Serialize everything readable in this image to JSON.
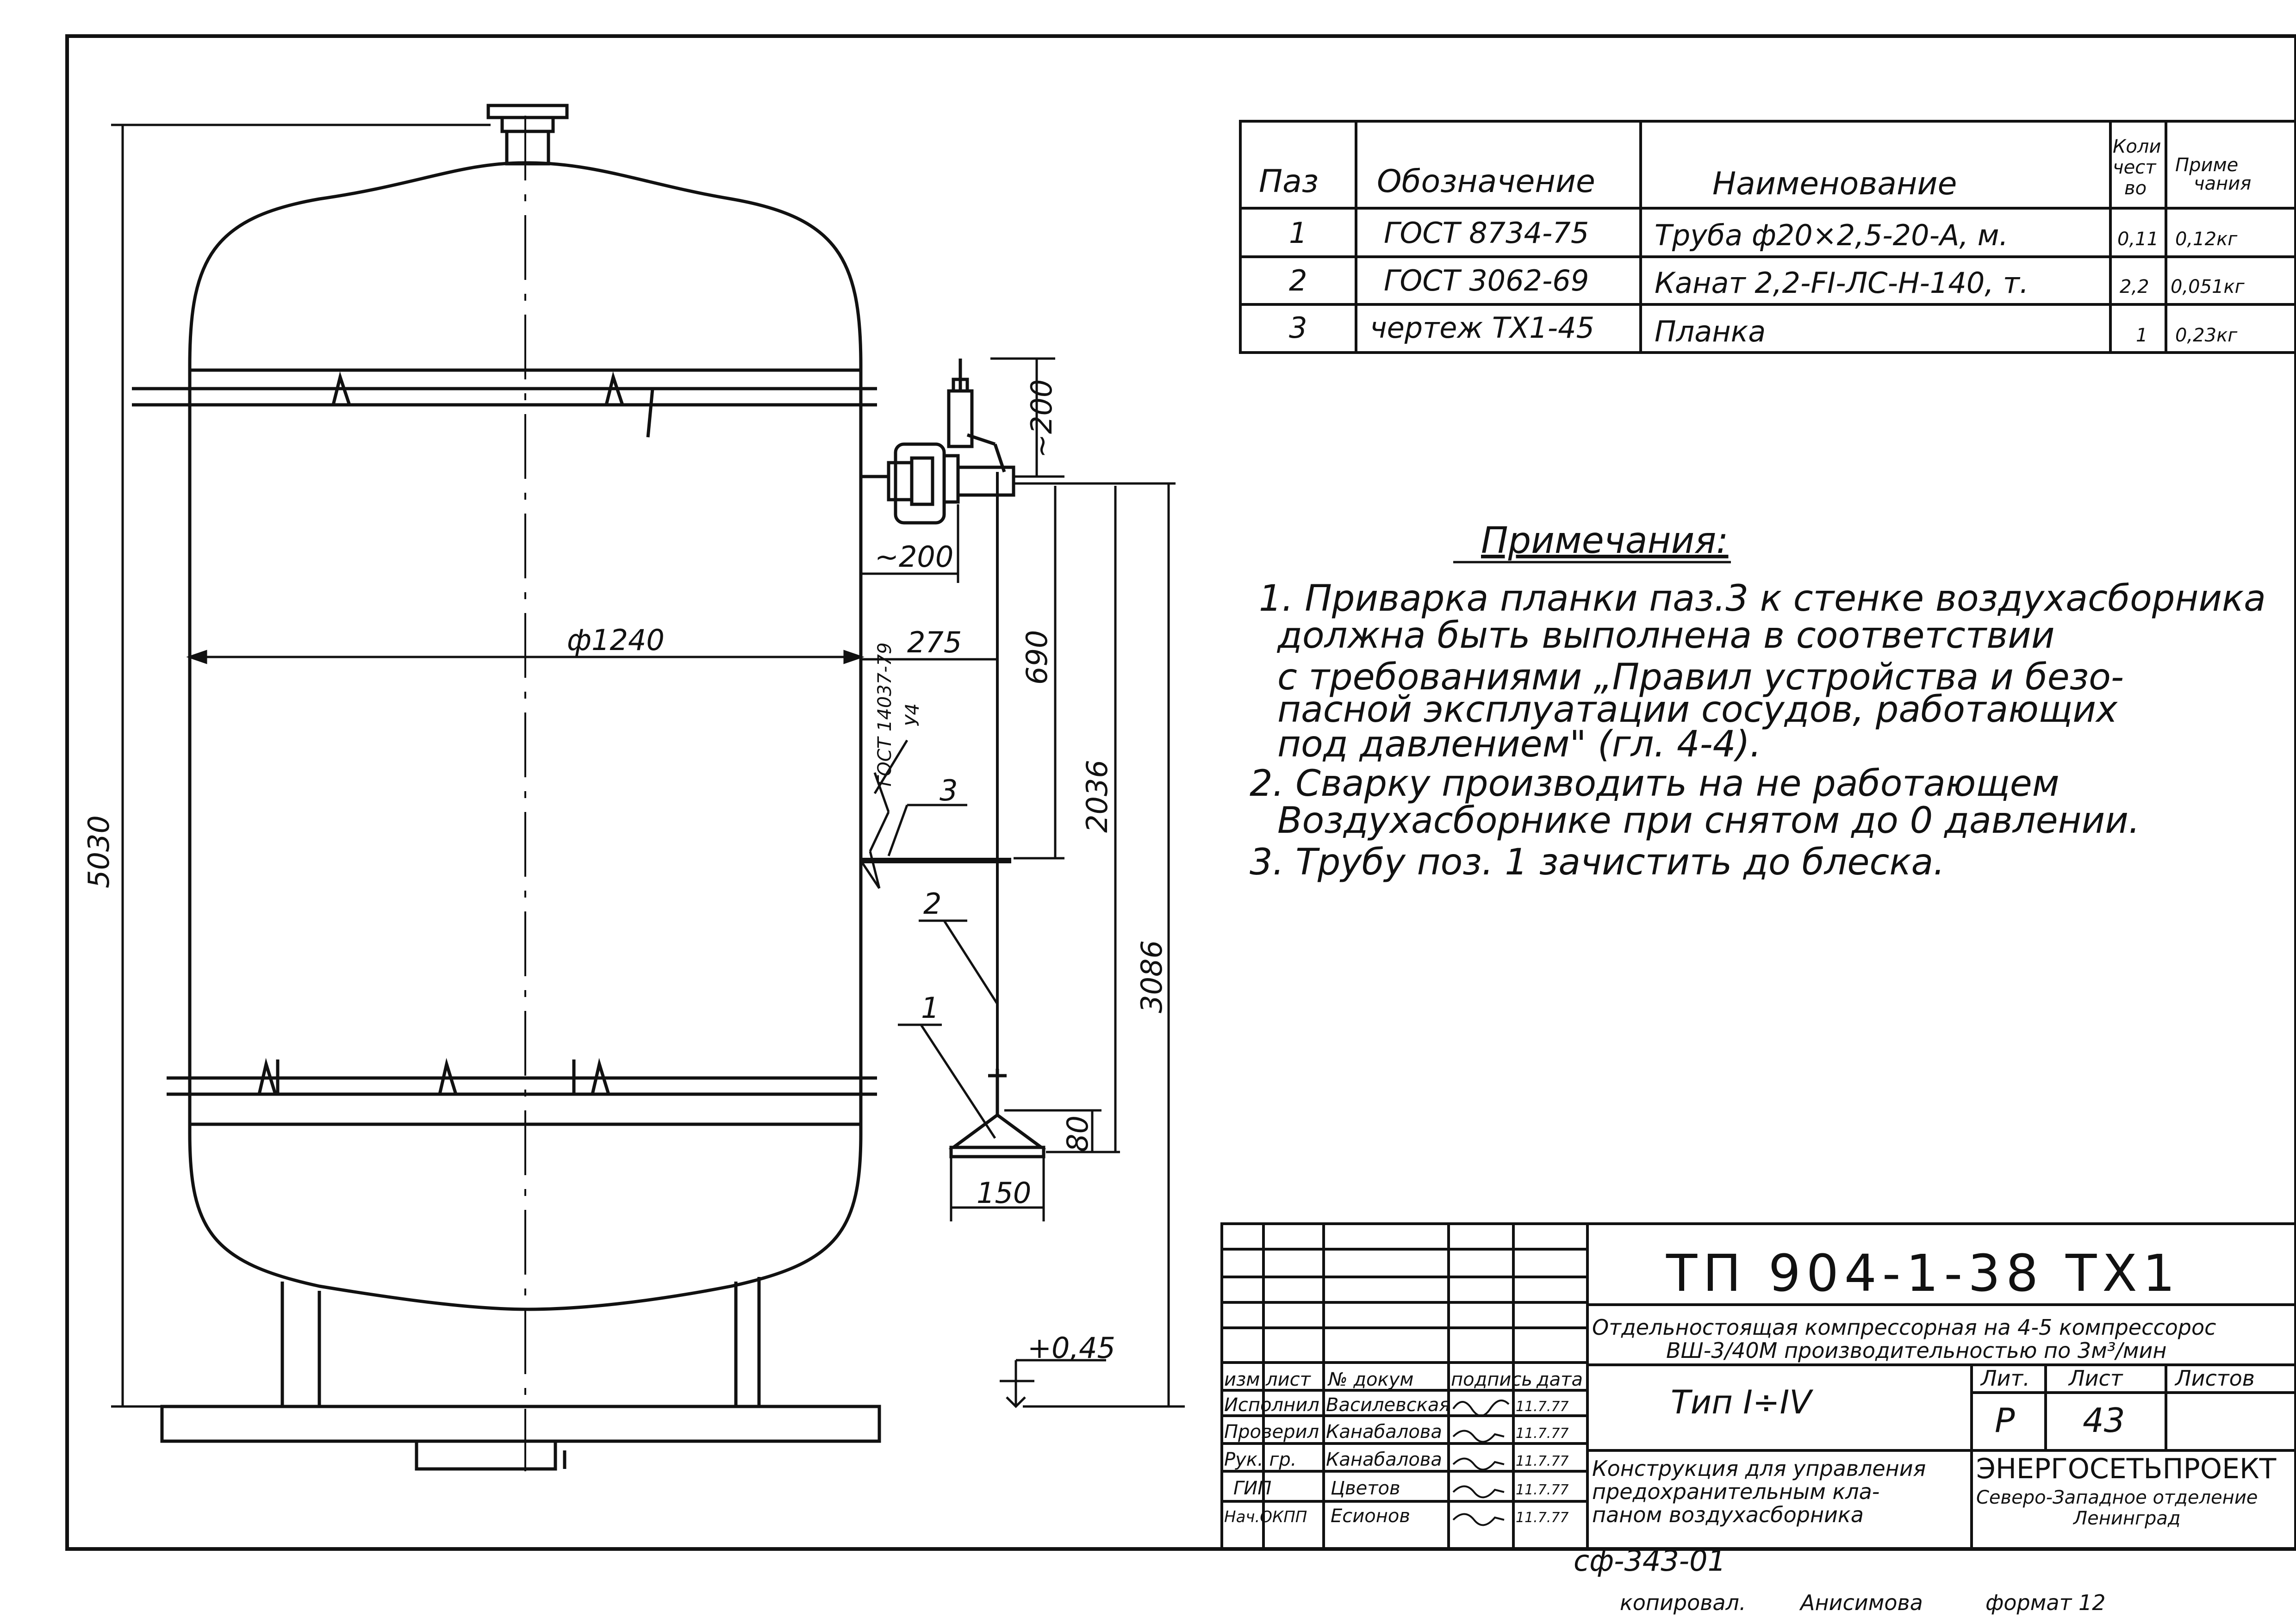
{
  "spec_table": {
    "headers": {
      "pos": "Паз",
      "designation": "Обозначение",
      "name": "Наименование",
      "qty_l1": "Коли",
      "qty_l2": "чест",
      "qty_l3": "во",
      "note_l1": "Приме",
      "note_l2": "чания"
    },
    "rows": [
      {
        "pos": "1",
        "designation": "ГОСТ 8734-75",
        "name": "Труба ф20×2,5-20-А, м.",
        "qty": "0,11",
        "note": "0,12кг"
      },
      {
        "pos": "2",
        "designation": "ГОСТ 3062-69",
        "name": "Канат 2,2-FI-ЛС-Н-140, т.",
        "qty": "2,2",
        "note": "0,051кг"
      },
      {
        "pos": "3",
        "designation": "чертеж ТХ1-45",
        "name": "Планка",
        "qty": "1",
        "note": "0,23кг"
      }
    ]
  },
  "notes": {
    "title": "Примечания:",
    "lines": [
      "1. Приварка планки паз.3 к стенке воздухасборника",
      "должна быть выполнена в соответствии",
      "с требованиями „Правил устройства и безо-",
      "пасной эксплуатации сосудов, работающих",
      "под давлением\" (гл. 4-4).",
      "2. Сварку производить на не работающем",
      "Воздухасборнике при снятом до 0 давлении.",
      "3. Трубу поз. 1 зачистить до блеска."
    ]
  },
  "drawing": {
    "dim_height": "5030",
    "dim_diameter": "ф1240",
    "dim_200_top": "~200",
    "dim_200_side": "~200",
    "dim_275": "275",
    "dim_690": "690",
    "dim_2036": "2036",
    "dim_3086": "3086",
    "dim_80": "80",
    "dim_150": "150",
    "elev_mark": "+0,45",
    "weld_symbol": "ГОСТ 14037-79",
    "weld_size": "У4",
    "leader_1": "1",
    "leader_2": "2",
    "leader_3": "3"
  },
  "title_block": {
    "code": "ТП 904-1-38 ТХ1",
    "project_l1": "Отдельностоящая компрессорная на 4-5 компрессорос",
    "project_l2": "ВШ-3/40М производительностью по 3м³/мин",
    "type": "Тип I÷IV",
    "lit_label": "Лит.",
    "sheet_label": "Лист",
    "sheets_label": "Листов",
    "lit_value": "Р",
    "sheet_value": "43",
    "doc_title_l1": "Конструкция для управления",
    "doc_title_l2": "предохранительным кла-",
    "doc_title_l3": "паном воздухасборника",
    "org_l1": "ЭНЕРГОСЕТЬПРОЕКТ",
    "org_l2": "Северо-Западное отделение",
    "org_l3": "Ленинград",
    "hdr_izm": "изм",
    "hdr_list": "лист",
    "hdr_doc": "№ докум",
    "hdr_sign": "подпись",
    "hdr_date": "дата",
    "roles": [
      {
        "role": "Исполнил",
        "name": "Василевская",
        "date": "11.7.77"
      },
      {
        "role": "Проверил",
        "name": "Канабалова",
        "date": "11.7.77"
      },
      {
        "role": "Рук. гр.",
        "name": "Канабалова",
        "date": "11.7.77"
      },
      {
        "role": "ГИП",
        "name": "Цветов",
        "date": "11.7.77"
      },
      {
        "role": "Нач.ОКПП",
        "name": "Есионов",
        "date": "11.7.77"
      }
    ]
  },
  "footer": {
    "stamp": "сф-343-01",
    "copied": "копировал.",
    "copier": "Анисимова",
    "format": "формат 12"
  }
}
